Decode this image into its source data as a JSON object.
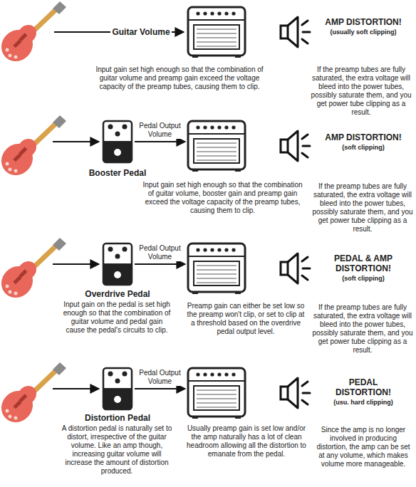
{
  "diagram": {
    "nodes": [
      {
        "text": [
          "Input gain set high enough so that the combination of guitar volume and preamp gain exceed the voltage capacity of the preamp tubes, causing them to clip."
        ]
      },
      {
        "text": [
          "Booster Pedal"
        ]
      },
      {
        "text": [
          "Input gain set high enough so that the combination of guitar volume, booster gain and preamp gain exceed the voltage capacity of the preamp tubes, causing them to clip."
        ]
      },
      {
        "text": [
          "Overdrive Pedal",
          "Input gain on the pedal is set high enough so that the combination of guitar volume and pedal gain cause the pedal's circuits to clip."
        ]
      },
      {
        "text": [
          "Preamp gain can either be set low so the preamp won't clip, or set to clip at a threshold based on the overdrive pedal output level."
        ]
      },
      {
        "text": [
          "Distortion Pedal",
          "A distortion pedal is naturally set to distort, irrespective of the guitar volume. Like an amp though, increasing guitar volume will increase the amount of distortion produced."
        ]
      },
      {
        "text": [
          "Usually preamp gain is set low and/or the amp naturally has a lot of clean headroom allowing all the distortion to emanate from the pedal."
        ]
      }
    ],
    "edges": [
      {
        "from": 1,
        "to": 2,
        "label": "Pedal Output Volume",
        "arrow": "to"
      },
      {
        "from": 3,
        "to": 4,
        "label": "Pedal Output Volume",
        "arrow": "to"
      },
      {
        "from": 5,
        "to": 6,
        "label": "Pedal Output Volume",
        "arrow": "to"
      }
    ],
    "labels": [
      "Guitar Volume",
      "AMP DISTORTION!",
      "(usually soft clipping)",
      "If the preamp tubes are fully saturated, the extra voltage will bleed into the power tubes, possibly saturate them, and you get power tube clipping as a result.",
      "AMP DISTORTION!",
      "(soft clipping)",
      "If the preamp tubes are fully saturated, the extra voltage will bleed into the power tubes, possibly saturate them, and you get power tube clipping as a result.",
      "PEDAL & AMP DISTORTION!",
      "(soft clipping)",
      "If the preamp tubes are fully saturated, the extra voltage will bleed into the power tubes, possibly saturate them, and you get power tube clipping as a result.",
      "PEDAL DISTORTION!",
      "(usu. hard clipping)",
      "Since the amp is no longer involved in producing distortion, the amp can be set at any volume, which makes volume more manageable."
    ]
  }
}
